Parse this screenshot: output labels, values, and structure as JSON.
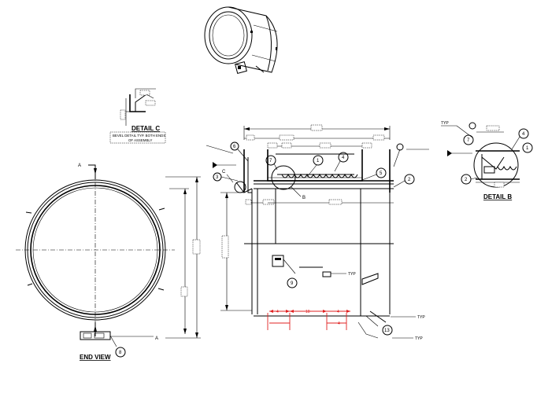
{
  "views": {
    "detail_c": {
      "title": "DETAIL C",
      "note_line1": "BEVEL DETAIL TYP. BOTH ENDS",
      "note_line2": "OF ASSEMBLY"
    },
    "detail_b": {
      "title": "DETAIL B"
    },
    "end_view": {
      "title": "END VIEW"
    }
  },
  "section_markers": {
    "left": "A",
    "right": "A"
  },
  "detail_callouts": {
    "c": "C",
    "b": "B"
  },
  "balloons": {
    "b1": "1",
    "b2": "2",
    "b3": "3",
    "b4": "4",
    "b5": "5",
    "b6": "6",
    "b7": "7",
    "b8": "8",
    "b9": "9",
    "b13": "13",
    "db_1": "1",
    "db_2": "2",
    "db_4": "4",
    "db_7": "7"
  },
  "weld_tags": {
    "t1": "TYP",
    "t2": "TYP",
    "t3": "TYP",
    "t4": "TYP"
  },
  "red_dims": {
    "left_a": "4",
    "mid": "10",
    "right_a": "4",
    "right_b": "4"
  },
  "legend": {}
}
